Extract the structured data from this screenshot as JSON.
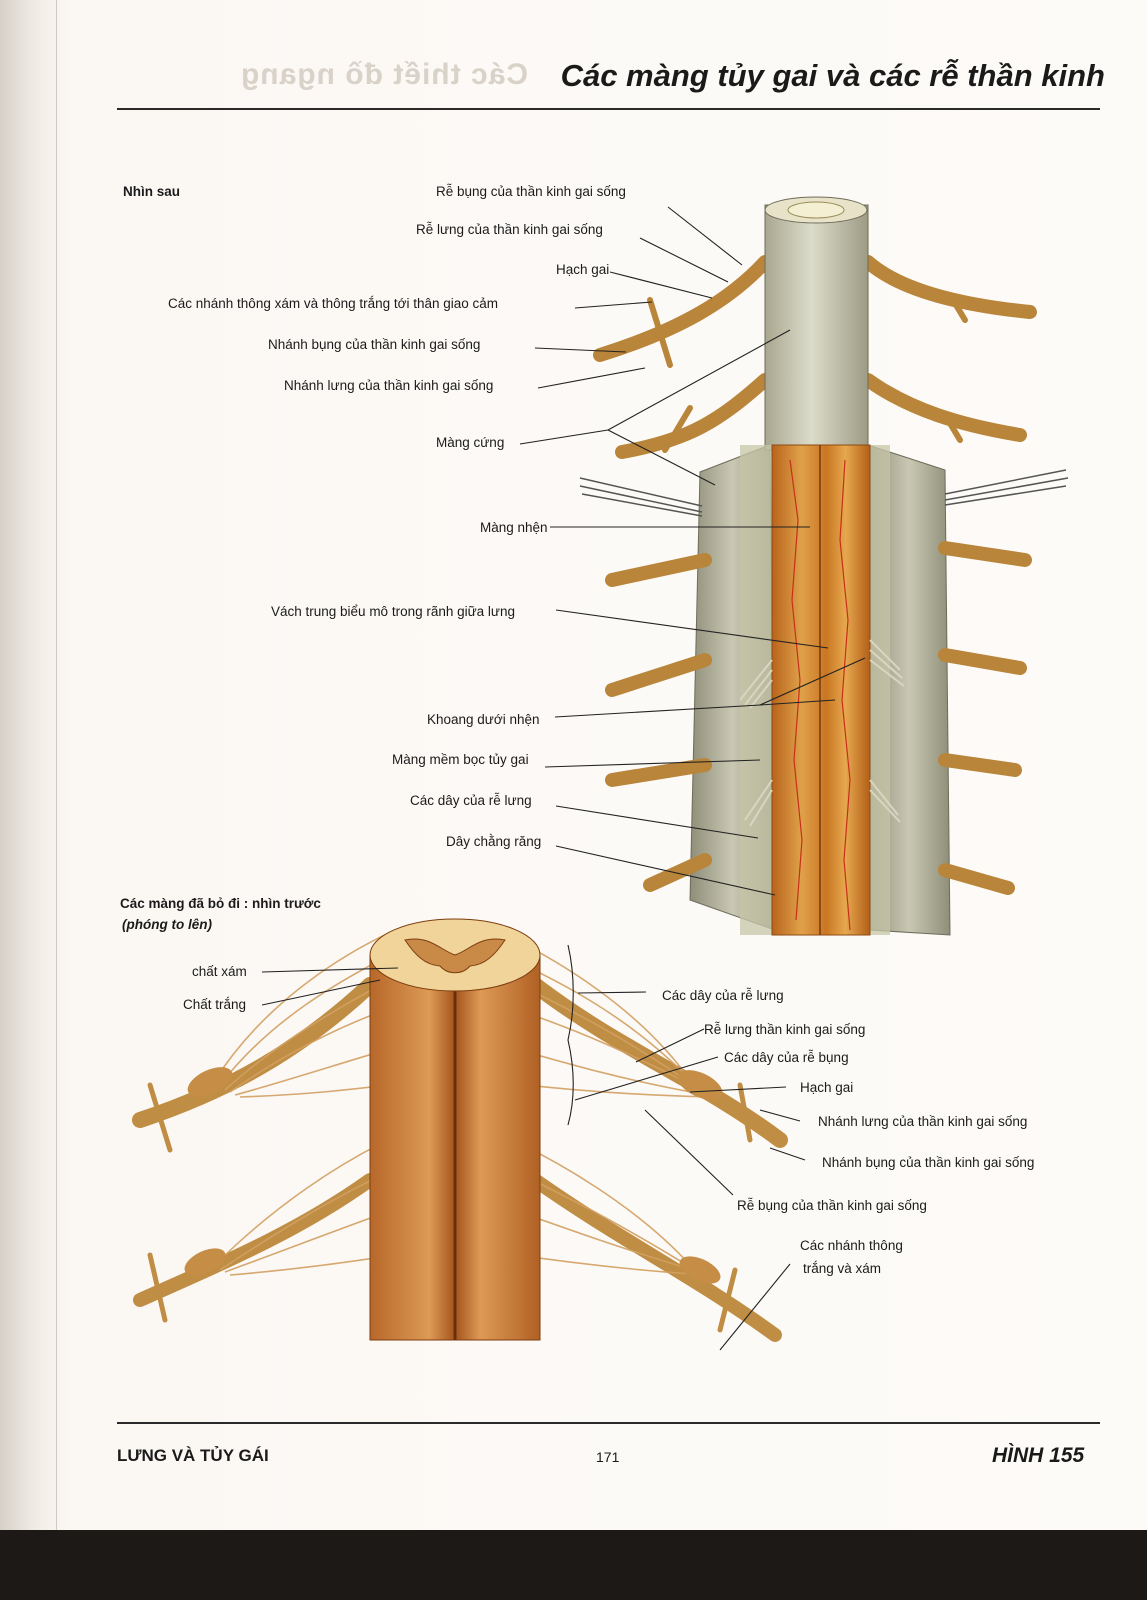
{
  "header": {
    "title": "Các màng tủy gai và các rễ thần kinh"
  },
  "upper_figure": {
    "view_label": "Nhìn sau",
    "labels": [
      "Rễ bụng của thần kinh gai sống",
      "Rễ lưng của thần kinh gai sống",
      "Hạch gai",
      "Các nhánh thông xám và thông trắng tới thân giao cảm",
      "Nhánh bụng của thần kinh gai sống",
      "Nhánh lưng của thần kinh gai sống",
      "Màng cứng",
      "Màng nhện",
      "Vách trung biểu mô trong rãnh giữa lưng",
      "Khoang dưới nhện",
      "Màng mềm bọc tủy gai",
      "Các dây của rễ lưng",
      "Dây chằng răng"
    ]
  },
  "lower_figure": {
    "view_label": "Các màng đã bỏ đi : nhìn trước",
    "view_sublabel": "(phóng to lên)",
    "left_labels": [
      "chất xám",
      "Chất trắng"
    ],
    "right_labels": [
      "Các dây của rễ lưng",
      "Rễ lưng thần kinh gai sống",
      "Các dây của rễ bụng",
      "Hạch gai",
      "Nhánh lưng của thần kinh gai sống",
      "Nhánh bụng của thần kinh gai sống",
      "Rễ bụng của thần kinh gai sống",
      "Các nhánh thông",
      "trắng và xám"
    ]
  },
  "footer": {
    "section": "LƯNG VÀ TỦY GÁI",
    "page_number": "171",
    "figure": "HÌNH 155"
  },
  "colors": {
    "nerve": "#c9953f",
    "dura": "#c9c8b5",
    "cord": "#d4852c",
    "leader": "#222222"
  }
}
